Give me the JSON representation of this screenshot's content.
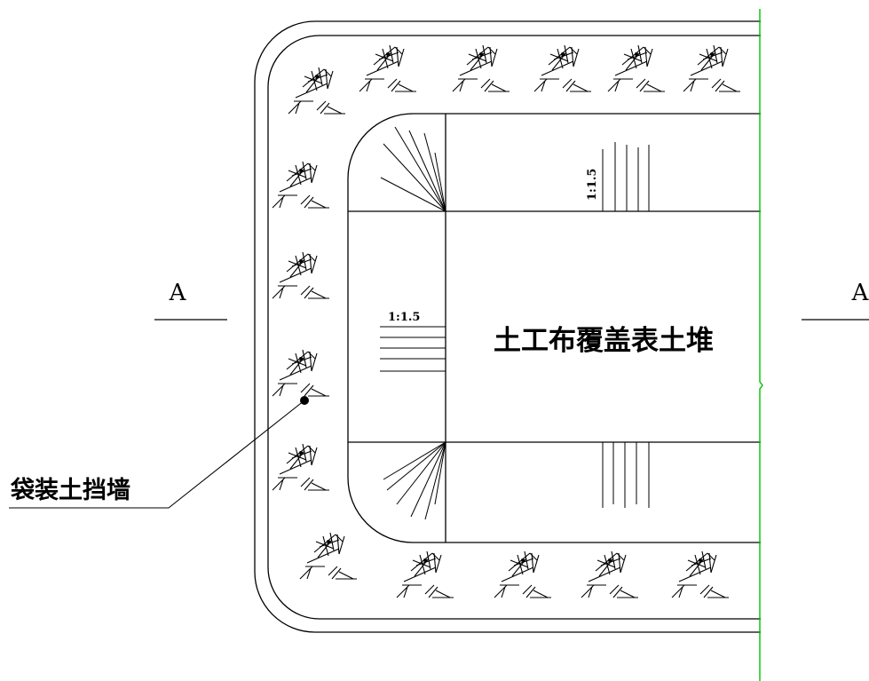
{
  "labels": {
    "section_mark_left": "A",
    "section_mark_right": "A",
    "pile_label": "土工布覆盖表土堆",
    "slope_ratio_top": "1:1.5",
    "slope_ratio_left": "1:1.5",
    "callout_label": "袋装土挡墙"
  },
  "colors": {
    "line": "#000000",
    "boundary": "#00c000"
  },
  "symbols": {
    "vegetation": "grass-shrub-symbol"
  }
}
